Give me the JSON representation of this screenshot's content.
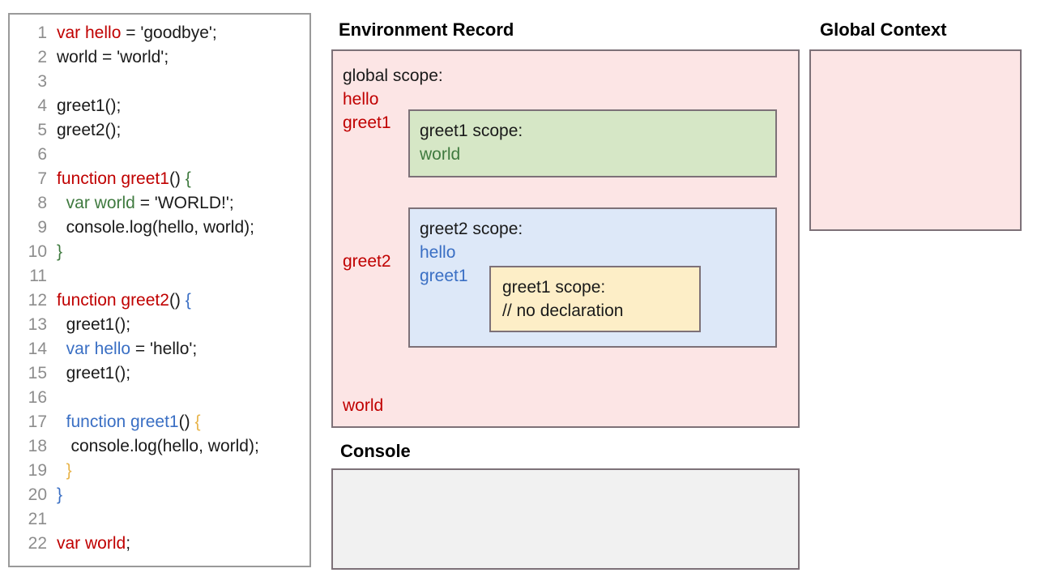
{
  "editor": {
    "name": "javascript-code-editor",
    "lines": [
      {
        "num": "1",
        "indent": 0,
        "tokens": [
          {
            "t": "var hello",
            "c": "red"
          },
          {
            "t": " = 'goodbye';",
            "c": "plain"
          }
        ]
      },
      {
        "num": "2",
        "indent": 0,
        "tokens": [
          {
            "t": "world = 'world';",
            "c": "plain"
          }
        ]
      },
      {
        "num": "3",
        "indent": 0,
        "tokens": []
      },
      {
        "num": "4",
        "indent": 0,
        "tokens": [
          {
            "t": "greet1();",
            "c": "plain"
          }
        ]
      },
      {
        "num": "5",
        "indent": 0,
        "tokens": [
          {
            "t": "greet2();",
            "c": "plain"
          }
        ]
      },
      {
        "num": "6",
        "indent": 0,
        "tokens": []
      },
      {
        "num": "7",
        "indent": 0,
        "tokens": [
          {
            "t": "function greet1",
            "c": "red"
          },
          {
            "t": "() ",
            "c": "plain"
          },
          {
            "t": "{",
            "c": "brace-g"
          }
        ]
      },
      {
        "num": "8",
        "indent": 1,
        "tokens": [
          {
            "t": "var world",
            "c": "green"
          },
          {
            "t": " = 'WORLD!';",
            "c": "plain"
          }
        ]
      },
      {
        "num": "9",
        "indent": 1,
        "tokens": [
          {
            "t": "console.log(hello, world);",
            "c": "plain"
          }
        ]
      },
      {
        "num": "10",
        "indent": 0,
        "tokens": [
          {
            "t": "}",
            "c": "brace-g"
          }
        ]
      },
      {
        "num": "11",
        "indent": 0,
        "tokens": []
      },
      {
        "num": "12",
        "indent": 0,
        "tokens": [
          {
            "t": "function greet2",
            "c": "red"
          },
          {
            "t": "() ",
            "c": "plain"
          },
          {
            "t": "{",
            "c": "brace-b"
          }
        ]
      },
      {
        "num": "13",
        "indent": 1,
        "tokens": [
          {
            "t": "greet1();",
            "c": "plain"
          }
        ]
      },
      {
        "num": "14",
        "indent": 1,
        "tokens": [
          {
            "t": "var hello",
            "c": "blue"
          },
          {
            "t": " = 'hello';",
            "c": "plain"
          }
        ]
      },
      {
        "num": "15",
        "indent": 1,
        "tokens": [
          {
            "t": "greet1();",
            "c": "plain"
          }
        ]
      },
      {
        "num": "16",
        "indent": 0,
        "tokens": []
      },
      {
        "num": "17",
        "indent": 1,
        "tokens": [
          {
            "t": "function greet1",
            "c": "blue"
          },
          {
            "t": "() ",
            "c": "plain"
          },
          {
            "t": "{",
            "c": "orange"
          }
        ]
      },
      {
        "num": "18",
        "indent": 1,
        "tokens": [
          {
            "t": " console.log(hello, world);",
            "c": "plain"
          }
        ]
      },
      {
        "num": "19",
        "indent": 1,
        "tokens": [
          {
            "t": "}",
            "c": "orange"
          }
        ]
      },
      {
        "num": "20",
        "indent": 0,
        "tokens": [
          {
            "t": "}",
            "c": "brace-b"
          }
        ]
      },
      {
        "num": "21",
        "indent": 0,
        "tokens": []
      },
      {
        "num": "22",
        "indent": 0,
        "tokens": [
          {
            "t": "var world",
            "c": "red"
          },
          {
            "t": ";",
            "c": "plain"
          }
        ]
      }
    ]
  },
  "environment_record": {
    "title": "Environment Record",
    "global_scope": {
      "label": "global scope:",
      "vars_top": [
        "hello",
        "greet1"
      ],
      "var_greet2": "greet2",
      "var_world": "world",
      "color": "#c00000",
      "background": "#fce5e5"
    },
    "greet1_scope": {
      "label": "greet1 scope:",
      "vars": [
        "world"
      ],
      "color": "#3f7a3f",
      "background": "#d6e7c6"
    },
    "greet2_scope": {
      "label": "greet2 scope:",
      "vars": [
        "hello",
        "greet1"
      ],
      "color": "#3a6fc4",
      "background": "#dde8f8"
    },
    "nested_greet1_scope": {
      "label": "greet1 scope:",
      "note": "// no declaration",
      "background": "#fdeec7"
    }
  },
  "global_context": {
    "title": "Global Context",
    "background": "#fce5e5",
    "entries": []
  },
  "console": {
    "title": "Console",
    "background": "#f1f1f1",
    "output": []
  },
  "colors": {
    "red": "#c00000",
    "green": "#3f7a3f",
    "blue": "#3a6fc4",
    "orange": "#e8b44a",
    "line_number": "#8d8d8d",
    "border": "#7d7178",
    "panel_border": "#9a9a9a"
  }
}
